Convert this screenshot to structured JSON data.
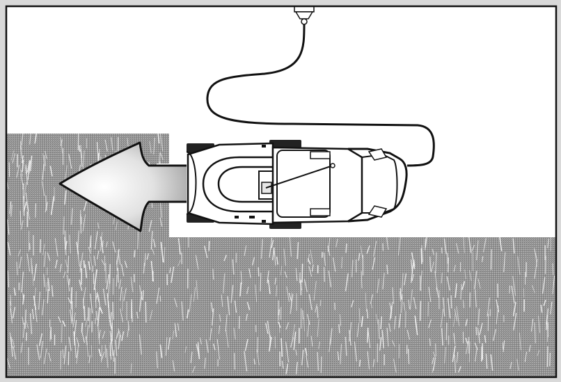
{
  "illustration": {
    "colors": {
      "grass": "#8f8f8f",
      "grass_blade": "#f2f2f2",
      "mowed_area": "#ffffff",
      "frame": "#111111",
      "outline": "#111111",
      "arrow_fill": "#c8c8c8"
    },
    "regions": [
      "unmowed-grass",
      "mowed-strip",
      "power-outlet",
      "extension-cord",
      "lawn-mower",
      "direction-arrow"
    ],
    "mowing_direction": "left"
  }
}
